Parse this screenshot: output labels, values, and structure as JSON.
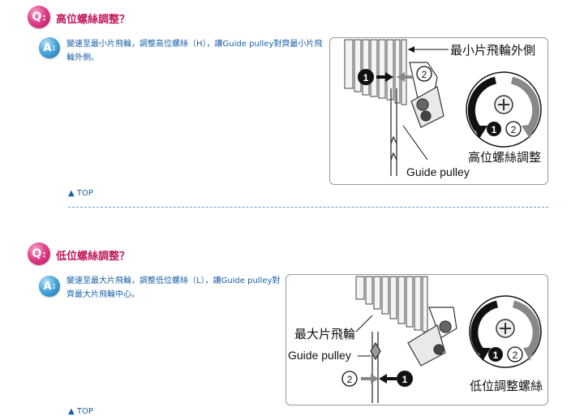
{
  "sections": [
    {
      "question": "高位螺絲調整？",
      "answer": "變速至最小片飛輪，調整高位螺絲（H），讓Guide pulley對齊最小片飛輪外側。",
      "top_link": "TOP",
      "figure": {
        "label_top": "最小片飛輪外側",
        "label_bottom": "高位螺絲調整",
        "label_pulley": "Guide pulley",
        "step_1": "1",
        "step_2": "2"
      }
    },
    {
      "question": "低位螺絲調整？",
      "answer": "變速至最大片飛輪，調整低位螺絲（L），讓Guide pulley對齊最大片飛輪中心。",
      "top_link": "TOP",
      "figure": {
        "label_top": "最大片飛輪",
        "label_bottom": "低位調整螺絲",
        "label_pulley": "Guide pulley",
        "step_1": "1",
        "step_2": "2"
      }
    }
  ],
  "badges": {
    "q": "Q",
    "a": "A",
    "colon": ":"
  },
  "icons": {
    "top_arrow": "▲"
  },
  "colors": {
    "question": "#c2185b",
    "answer": "#1a5fa8",
    "divider": "#6f9fc7"
  }
}
